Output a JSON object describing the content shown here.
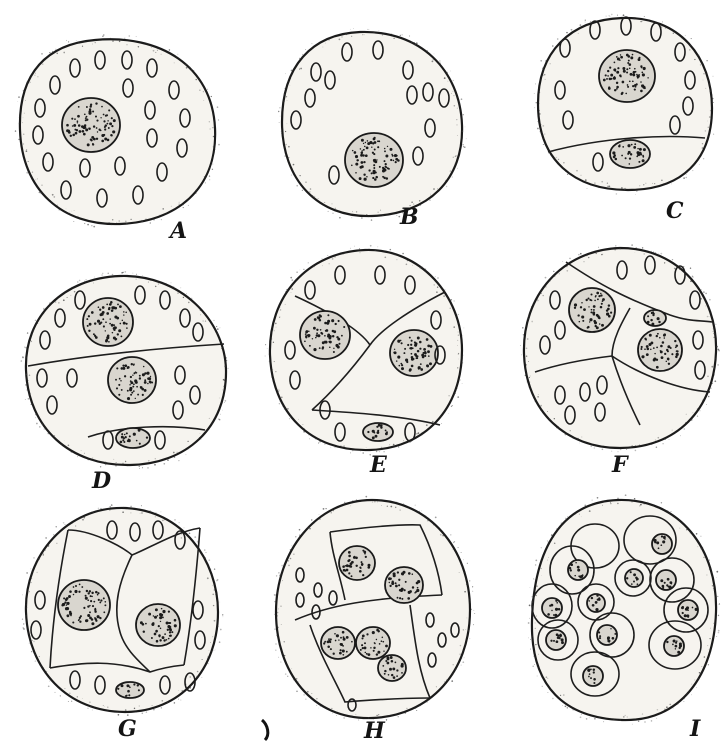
{
  "figure": {
    "panels": [
      {
        "label": "A"
      },
      {
        "label": "B"
      },
      {
        "label": "C"
      },
      {
        "label": "D"
      },
      {
        "label": "E"
      },
      {
        "label": "F"
      },
      {
        "label": "G"
      },
      {
        "label": "H"
      },
      {
        "label": "I"
      }
    ]
  },
  "colors": {
    "background": "#ffffff",
    "ink": "#1b1b1b",
    "cytoplasm": "#f6f4ef"
  }
}
